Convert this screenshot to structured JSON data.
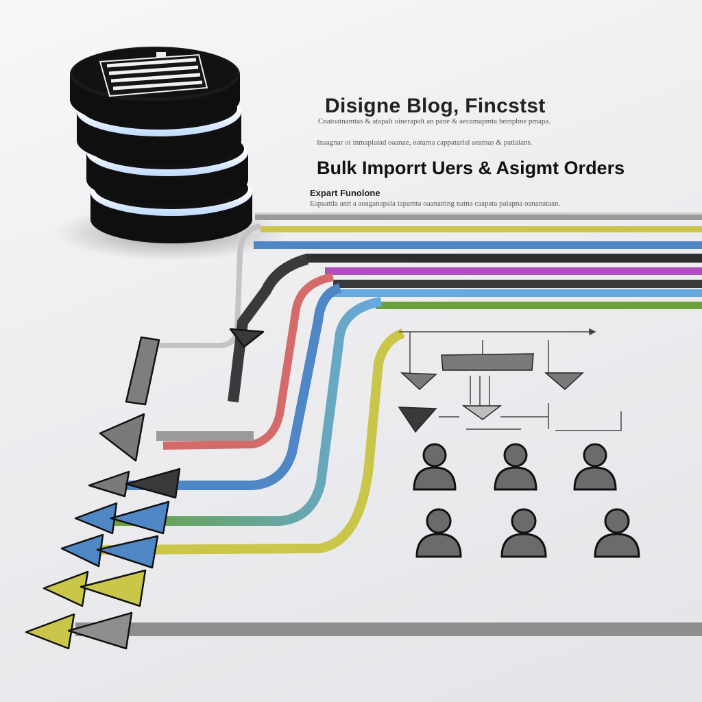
{
  "title": "Disigne Blog, Fincstst",
  "description_line_1": "Cnatoatnamtas & atapalt oinerapalt an pane & aecamapmta hempbne pmapa.",
  "description_line_2": "Inaagnar oi inmaplatad oaanae, oatarna cappatarlal aeatnas & patlalans.",
  "heading": "Bulk Imporrt Uers & Asigmt Orders",
  "subheading": "Expart Funolone",
  "description_line_3": "Eapaattla antt a aoaganapala tapamta oaanatting natna caapata palapna oananataan.",
  "colors": {
    "gray": "#8a8a8a",
    "dark": "#3a3a3d",
    "red": "#d46a6a",
    "blue": "#4f86c6",
    "green": "#6aa13a",
    "yellow": "#c9c64a",
    "purple": "#b04dbf",
    "light_blue": "#66a9e0",
    "icon_fill": "#6b6b6b",
    "icon_stroke": "#111111"
  },
  "icons": [
    "database-icon",
    "document-icon",
    "user-icon",
    "arrow-icon"
  ]
}
